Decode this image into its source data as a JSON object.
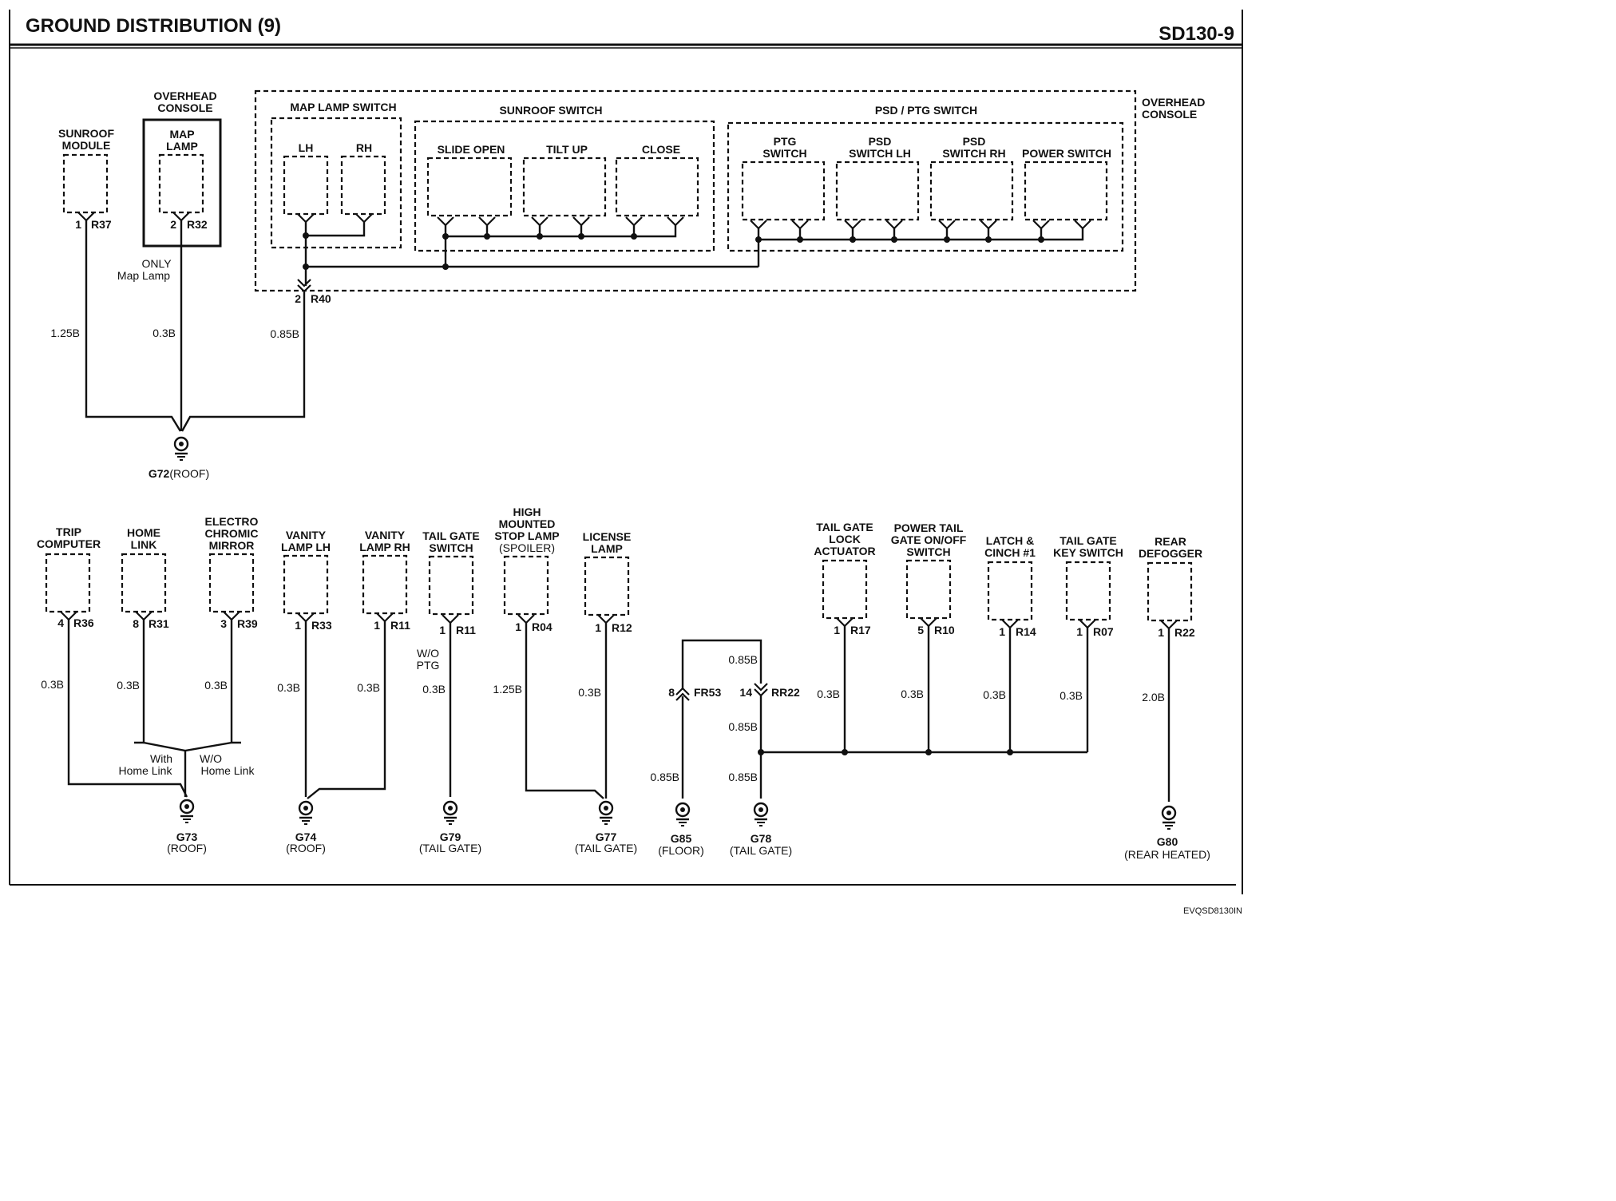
{
  "header": {
    "title": "GROUND DISTRIBUTION (9)",
    "code": "SD130-9"
  },
  "footer": {
    "ref": "EVQSD8130IN"
  },
  "top": {
    "sunroof_module": {
      "label": [
        "SUNROOF",
        "MODULE"
      ],
      "pin": "1",
      "conn": "R37",
      "wire": "1.25B"
    },
    "map_lamp": {
      "console": [
        "OVERHEAD",
        "CONSOLE"
      ],
      "label": [
        "MAP",
        "LAMP"
      ],
      "pin": "2",
      "conn": "R32",
      "wire": "0.3B",
      "note": [
        "ONLY",
        "Map Lamp"
      ]
    },
    "overhead_console": [
      "OVERHEAD",
      "CONSOLE"
    ],
    "map_lamp_switch": {
      "title": "MAP LAMP SWITCH",
      "lh": "LH",
      "rh": "RH"
    },
    "sunroof_switch": {
      "title": "SUNROOF SWITCH",
      "slide_open": "SLIDE OPEN",
      "tilt_up": "TILT UP",
      "close": "CLOSE"
    },
    "psd_ptg_switch": {
      "title": "PSD / PTG SWITCH",
      "ptg": [
        "PTG",
        "SWITCH"
      ],
      "psd_lh": [
        "PSD",
        "SWITCH LH"
      ],
      "psd_rh": [
        "PSD",
        "SWITCH RH"
      ],
      "power": "POWER SWITCH"
    },
    "r40": {
      "pin": "2",
      "conn": "R40",
      "wire": "0.85B"
    },
    "ground": {
      "name": "G72",
      "loc": "(ROOF)"
    }
  },
  "bottom": {
    "trip_computer": {
      "label": [
        "TRIP",
        "COMPUTER"
      ],
      "pin": "4",
      "conn": "R36",
      "wire": "0.3B"
    },
    "home_link": {
      "label": [
        "HOME",
        "LINK"
      ],
      "pin": "8",
      "conn": "R31",
      "wire": "0.3B"
    },
    "electro_mirror": {
      "label": [
        "ELECTRO",
        "CHROMIC",
        "MIRROR"
      ],
      "pin": "3",
      "conn": "R39",
      "wire": "0.3B"
    },
    "with_home_link": [
      "With",
      "Home Link"
    ],
    "wo_home_link": [
      "W/O",
      "Home Link"
    ],
    "g73": {
      "name": "G73",
      "loc": "(ROOF)"
    },
    "vanity_lh": {
      "label": [
        "VANITY",
        "LAMP LH"
      ],
      "pin": "1",
      "conn": "R33",
      "wire": "0.3B"
    },
    "vanity_rh": {
      "label": [
        "VANITY",
        "LAMP RH"
      ],
      "pin": "1",
      "conn": "R11",
      "wire": "0.3B"
    },
    "g74": {
      "name": "G74",
      "loc": "(ROOF)"
    },
    "tail_gate_switch": {
      "label": [
        "TAIL GATE",
        "SWITCH"
      ],
      "pin": "1",
      "conn": "R11",
      "wire": "0.3B",
      "note": [
        "W/O",
        "PTG"
      ]
    },
    "g79": {
      "name": "G79",
      "loc": "(TAIL GATE)"
    },
    "hmsl": {
      "label": [
        "HIGH",
        "MOUNTED",
        "STOP LAMP",
        "(SPOILER)"
      ],
      "pin": "1",
      "conn": "R04",
      "wire": "1.25B"
    },
    "license_lamp": {
      "label": [
        "LICENSE",
        "LAMP"
      ],
      "pin": "1",
      "conn": "R12",
      "wire": "0.3B"
    },
    "g77": {
      "name": "G77",
      "loc": "(TAIL GATE)"
    },
    "fr53": {
      "pin": "8",
      "conn": "FR53",
      "wire": "0.85B"
    },
    "rr22": {
      "pin": "14",
      "conn": "RR22",
      "wire_top": "0.85B",
      "wire_mid": "0.85B",
      "wire_low": "0.85B"
    },
    "g85": {
      "name": "G85",
      "loc": "(FLOOR)"
    },
    "g78": {
      "name": "G78",
      "loc": "(TAIL GATE)"
    },
    "tg_lock": {
      "label": [
        "TAIL GATE",
        "LOCK",
        "ACTUATOR"
      ],
      "pin": "1",
      "conn": "R17",
      "wire": "0.3B"
    },
    "power_tail": {
      "label": [
        "POWER TAIL",
        "GATE ON/OFF",
        "SWITCH"
      ],
      "pin": "5",
      "conn": "R10",
      "wire": "0.3B"
    },
    "latch": {
      "label": [
        "LATCH &",
        "CINCH #1"
      ],
      "pin": "1",
      "conn": "R14",
      "wire": "0.3B"
    },
    "tg_key": {
      "label": [
        "TAIL GATE",
        "KEY SWITCH"
      ],
      "pin": "1",
      "conn": "R07",
      "wire": "0.3B"
    },
    "rear_defogger": {
      "label": [
        "REAR",
        "DEFOGGER"
      ],
      "pin": "1",
      "conn": "R22",
      "wire": "2.0B"
    },
    "g80": {
      "name": "G80",
      "loc": "(REAR HEATED)"
    }
  }
}
